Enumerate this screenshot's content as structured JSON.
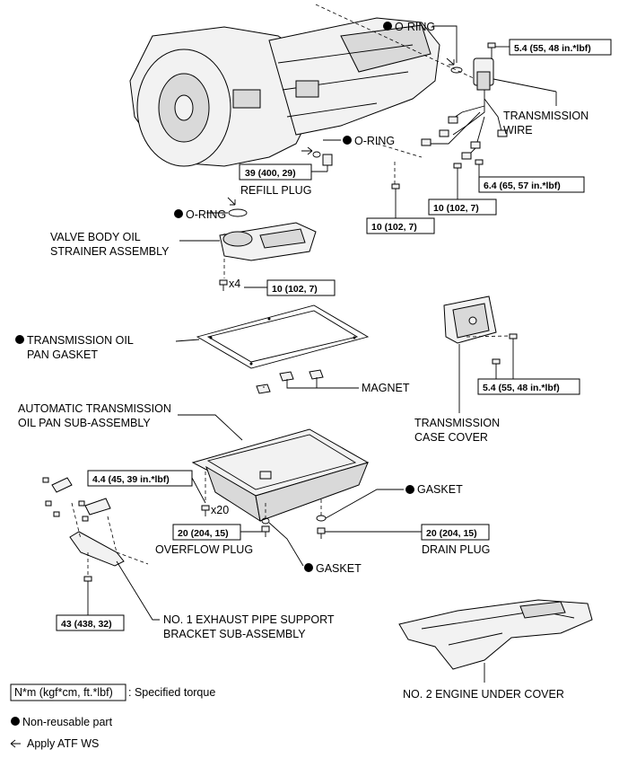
{
  "labels": {
    "oring_top": "O-RING",
    "oring_mid": "O-RING",
    "oring_left": "O-RING",
    "transmission_wire": [
      "TRANSMISSION",
      "WIRE"
    ],
    "refill_plug": "REFILL PLUG",
    "valve_body": [
      "VALVE BODY OIL",
      "STRAINER ASSEMBLY"
    ],
    "pan_gasket": [
      "TRANSMISSION OIL",
      "PAN GASKET"
    ],
    "magnet": "MAGNET",
    "case_cover": [
      "TRANSMISSION",
      "CASE COVER"
    ],
    "oil_pan": [
      "AUTOMATIC TRANSMISSION",
      "OIL PAN SUB-ASSEMBLY"
    ],
    "gasket_right": "GASKET",
    "gasket_bottom": "GASKET",
    "overflow_plug": "OVERFLOW PLUG",
    "drain_plug": "DRAIN PLUG",
    "exhaust_bracket": [
      "NO. 1 EXHAUST PIPE SUPPORT",
      "BRACKET SUB-ASSEMBLY"
    ],
    "engine_cover": "NO. 2 ENGINE UNDER COVER",
    "x4": "x4",
    "x20": "x20"
  },
  "torques": {
    "wire_top": "5.4 (55, 48 in.*lbf)",
    "refill": "39 (400, 29)",
    "wire_bolt": "6.4 (65, 57 in.*lbf)",
    "wire_10_right": "10 (102, 7)",
    "wire_10_left": "10 (102, 7)",
    "strainer": "10 (102, 7)",
    "case_cover": "5.4 (55, 48 in.*lbf)",
    "pan_bolt": "4.4 (45, 39 in.*lbf)",
    "overflow": "20 (204, 15)",
    "drain": "20 (204, 15)",
    "bracket": "43 (438, 32)"
  },
  "legend": {
    "torque_box": "N*m (kgf*cm, ft.*lbf)",
    "torque_text": ": Specified torque",
    "non_reusable": "Non-reusable part",
    "apply_atf": "Apply ATF WS"
  }
}
